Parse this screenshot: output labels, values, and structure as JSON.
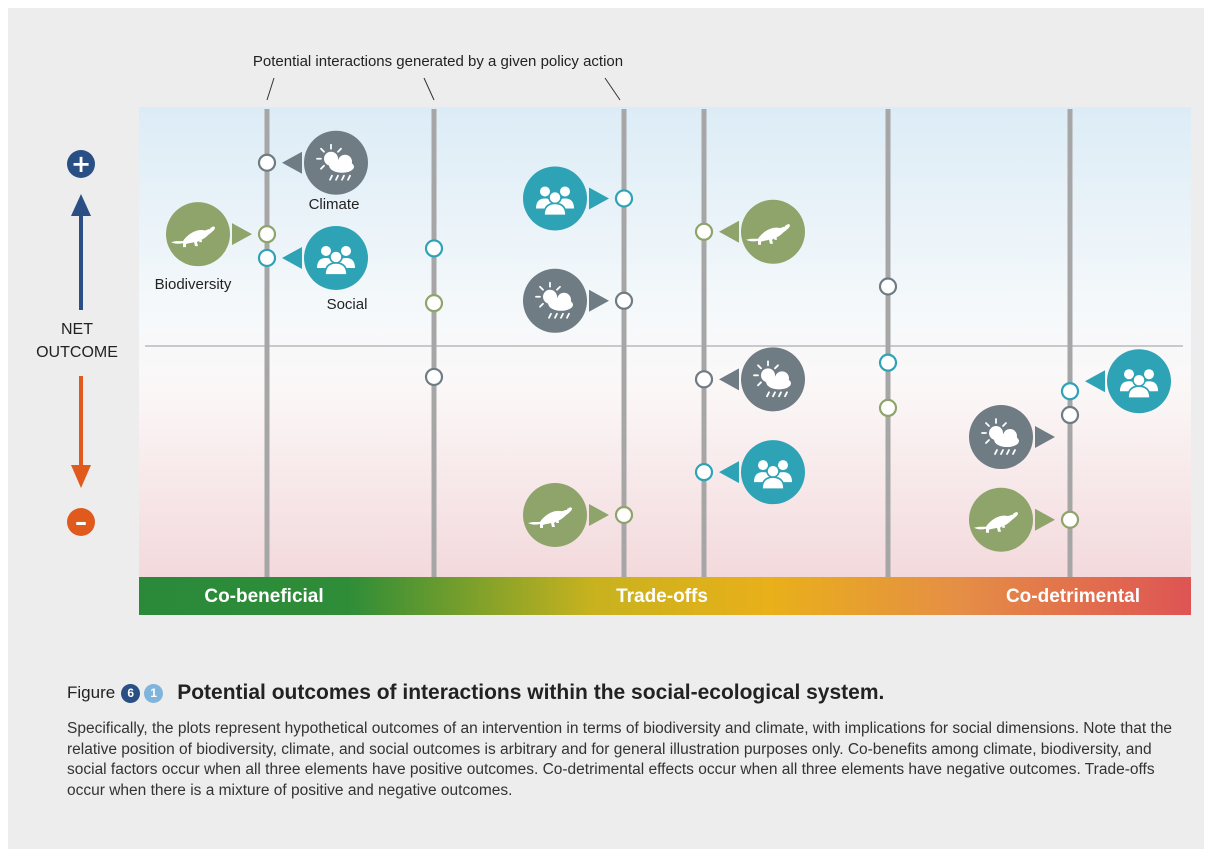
{
  "figure": {
    "top_label": "Potential interactions generated by a given policy action",
    "axis": {
      "label_line1": "NET",
      "label_line2": "OUTCOME",
      "plus_symbol": "+",
      "minus_symbol": "–"
    },
    "legend_labels": {
      "biodiversity": "Biodiversity",
      "climate": "Climate",
      "social": "Social"
    },
    "bands": {
      "left": "Co-beneficial",
      "center": "Trade-offs",
      "right": "Co-detrimental"
    },
    "colors": {
      "biodiversity": "#8fa46a",
      "climate": "#6f7c84",
      "social": "#2fa3b6",
      "positive": "#2a4f84",
      "negative": "#e05a1e",
      "band_green": "#2a8a3a",
      "band_yellow": "#e9b01a",
      "band_red": "#de5454"
    },
    "columns": [
      {
        "items": [
          {
            "kind": "climate",
            "level": 0.77,
            "side": "right"
          },
          {
            "kind": "biodiversity",
            "level": 0.47,
            "side": "left"
          },
          {
            "kind": "social",
            "level": 0.37,
            "side": "right"
          }
        ]
      },
      {
        "items": [
          {
            "kind": "social",
            "level": 0.41
          },
          {
            "kind": "biodiversity",
            "level": 0.18
          },
          {
            "kind": "climate",
            "level": -0.13
          }
        ]
      },
      {
        "items": [
          {
            "kind": "social",
            "level": 0.62,
            "side": "left"
          },
          {
            "kind": "climate",
            "level": 0.19,
            "side": "left"
          },
          {
            "kind": "biodiversity",
            "level": -0.71,
            "side": "left"
          }
        ]
      },
      {
        "items": [
          {
            "kind": "biodiversity",
            "level": 0.48,
            "side": "right"
          },
          {
            "kind": "climate",
            "level": -0.14,
            "side": "right"
          },
          {
            "kind": "social",
            "level": -0.53,
            "side": "right"
          }
        ]
      },
      {
        "items": [
          {
            "kind": "climate",
            "level": 0.25
          },
          {
            "kind": "social",
            "level": -0.07
          },
          {
            "kind": "biodiversity",
            "level": -0.26
          }
        ]
      },
      {
        "items": [
          {
            "kind": "social",
            "level": -0.19,
            "side": "right"
          },
          {
            "kind": "climate",
            "level": -0.29,
            "side": "left"
          },
          {
            "kind": "biodiversity",
            "level": -0.73,
            "side": "left"
          }
        ]
      }
    ]
  },
  "caption": {
    "figure_word": "Figure",
    "chapter_number": "6",
    "figure_number": "1",
    "chapter_badge_color": "#2a4f84",
    "figure_badge_color": "#7fb4dc",
    "title": "Potential outcomes of interactions within the social-ecological system.",
    "body": "Specifically, the plots represent hypothetical outcomes of an intervention in terms of biodiversity and climate, with implications for social dimensions. Note that the relative position of biodiversity, climate, and social outcomes is arbitrary and for general illustration purposes only. Co-benefits among climate, biodiversity, and social factors occur when all three elements have positive outcomes. Co-detrimental effects occur when all three elements have negative outcomes. Trade-offs occur when there is a mixture of positive and negative outcomes."
  }
}
